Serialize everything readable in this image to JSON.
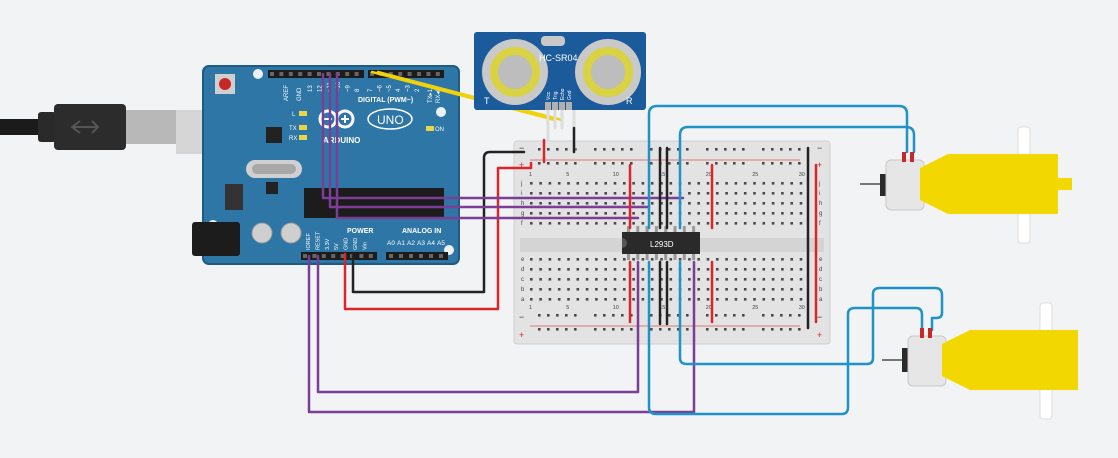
{
  "arduino": {
    "brand": "ARDUINO",
    "model": "UNO",
    "digital_header": "DIGITAL (PWM~)",
    "power_header": "POWER",
    "analog_header": "ANALOG IN",
    "aref": "AREF",
    "gnd": "GND",
    "led_l": "L",
    "led_tx": "TX",
    "led_rx": "RX",
    "on_label": "ON",
    "tx_pin": "TX▸1",
    "rx_pin": "RX◂0",
    "digital_pins": [
      "13",
      "12",
      "~11",
      "~10",
      "~9",
      "8",
      "7",
      "~6",
      "~5",
      "4",
      "~3",
      "2"
    ],
    "power_pins": [
      "IOREF",
      "RESET",
      "3.3V",
      "5V",
      "GND",
      "GND",
      "Vin"
    ],
    "analog_pins": [
      "A0",
      "A1",
      "A2",
      "A3",
      "A4",
      "A5"
    ]
  },
  "sensor": {
    "name": "HC-SR04",
    "pins": [
      "Vcc",
      "Trig",
      "Echo",
      "Gnd"
    ],
    "left_mark": "T",
    "right_mark": "R"
  },
  "breadboard": {
    "chip": "L293D",
    "row_labels_top": [
      "j",
      "i",
      "h",
      "g",
      "f"
    ],
    "row_labels_bottom": [
      "e",
      "d",
      "c",
      "b",
      "a"
    ],
    "column_numbers": [
      "1",
      "5",
      "10",
      "15",
      "20",
      "25",
      "30"
    ],
    "rail_plus": "+",
    "rail_minus": "−"
  },
  "colors": {
    "arduino_board": "#2d76a5",
    "wire_purple": "#7b3d96",
    "wire_blue": "#1f93c8",
    "wire_red": "#d8262b",
    "wire_black": "#222222",
    "wire_yellow": "#f0d20a",
    "motor_yellow": "#f2d800",
    "sensor_board": "#1b5b9b"
  }
}
